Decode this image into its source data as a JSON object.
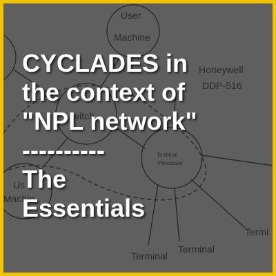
{
  "headline": {
    "line1": "CYCLADES in",
    "line2": "the context of",
    "line3": "\"NPL network\"",
    "line4": "----------",
    "line5": "The",
    "line6": "Essentials"
  },
  "diagram": {
    "user_machine_top": [
      "User",
      "Machine"
    ],
    "user_machine_left": [
      "Us",
      "Machin"
    ],
    "honeywell": [
      "Honeywell",
      "DDP-516"
    ],
    "terminal_processor": [
      "Terminal",
      "Processor"
    ],
    "switch_label": "witch",
    "terminals": [
      "Terminal",
      "Terminal",
      "Termi"
    ],
    "colors": {
      "frame": "#f0c400",
      "panel": "#5f5f5f",
      "lines": "#2a2a2a",
      "text": "#ffffff"
    }
  }
}
